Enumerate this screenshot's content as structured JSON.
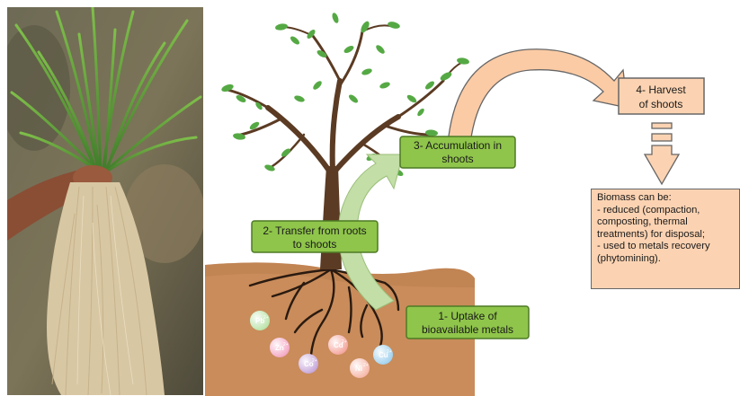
{
  "steps": {
    "uptake": {
      "line1": "1- Uptake of",
      "line2": "bioavailable metals"
    },
    "transfer": {
      "line1": "2- Transfer from roots",
      "line2": "to shoots"
    },
    "accumulation": {
      "line1": "3- Accumulation in",
      "line2": "shoots"
    },
    "harvest": {
      "line1": "4- Harvest",
      "line2": "of shoots"
    }
  },
  "biomass": {
    "heading": "Biomass can be:",
    "lines": [
      "- reduced (compaction,",
      "composting, thermal",
      "treatments) for disposal;",
      "- used to metals recovery",
      "(phytomining)."
    ]
  },
  "metals": [
    {
      "symbol": "Pb",
      "charge": "2+",
      "color": "#b9e3a8"
    },
    {
      "symbol": "Zn",
      "charge": "2+",
      "color": "#f3a6c2"
    },
    {
      "symbol": "Cd",
      "charge": "2+",
      "color": "#f4a39a"
    },
    {
      "symbol": "Co",
      "charge": "2+",
      "color": "#c5a4d9"
    },
    {
      "symbol": "Ni",
      "charge": "2+",
      "color": "#f6b6a6"
    },
    {
      "symbol": "Cu",
      "charge": "2+",
      "color": "#9fd0ee"
    }
  ],
  "colors": {
    "step_box": "#8fc54a",
    "step_box_border": "#4d7a24",
    "harvest_box": "#fcd3b2",
    "soil": "#c98c5a",
    "trunk": "#5b3b23",
    "leaf": "#55a944",
    "transfer_arrow": "#c3dea7",
    "harvest_arrow": "#fbcba5"
  }
}
